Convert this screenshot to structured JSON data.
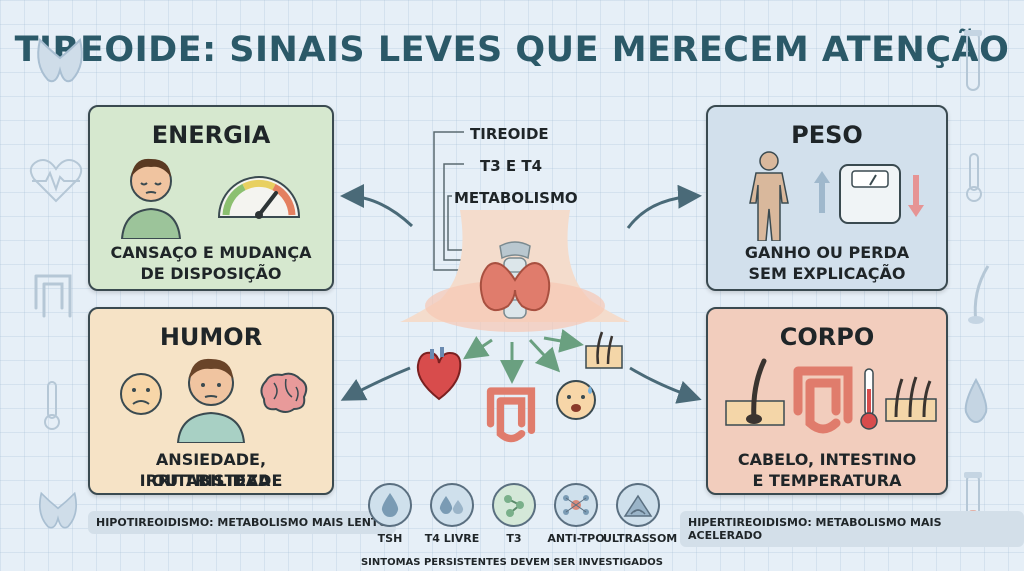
{
  "title": "TIREOIDE: SINAIS LEVES QUE MERECEM ATENÇÃO",
  "center": {
    "labels": [
      "TIREOIDE",
      "T3 E T4",
      "METABOLISMO"
    ]
  },
  "cards": {
    "energia": {
      "title": "ENERGIA",
      "desc_line1": "CANSAÇO E MUDANÇA",
      "desc_line2": "DE DISPOSIÇÃO",
      "color": "#d6e8cf"
    },
    "humor": {
      "title": "HUMOR",
      "desc_line1": "ANSIEDADE, IRRITABILIDADE",
      "desc_line2": "OU TRISTEZA",
      "color": "#f6e3c6"
    },
    "peso": {
      "title": "PESO",
      "desc_line1": "GANHO OU PERDA",
      "desc_line2": "SEM EXPLICAÇÃO",
      "color": "#d2e0ec"
    },
    "corpo": {
      "title": "CORPO",
      "desc_line1": "CABELO, INTESTINO",
      "desc_line2": "E TEMPERATURA",
      "color": "#f2cdbd"
    }
  },
  "pills": {
    "hypo": "HIPOTIREOIDISMO: METABOLISMO MAIS LENTO",
    "hyper": "HIPERTIREOIDISMO: METABOLISMO MAIS ACELERADO"
  },
  "tests": [
    {
      "label": "TSH",
      "icon": "drop-icon"
    },
    {
      "label": "T4 LIVRE",
      "icon": "drops-icon"
    },
    {
      "label": "T3",
      "icon": "molecule-icon"
    },
    {
      "label": "ANTI-TPO",
      "icon": "cells-icon"
    },
    {
      "label": "ULTRASSOM",
      "icon": "ultrasound-icon"
    }
  ],
  "footer": "SINTOMAS PERSISTENTES DEVEM SER INVESTIGADOS"
}
